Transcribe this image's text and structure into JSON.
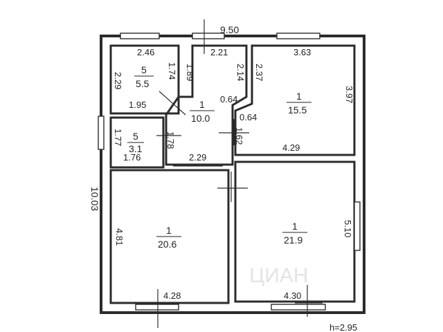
{
  "dimensions": {
    "overall_width": "9.50",
    "overall_height": "10.03",
    "ceiling": "h=2.95",
    "tl_room": {
      "top": "2.46",
      "left": "2.29",
      "right": "1.74",
      "bottom": "1.95"
    },
    "hall": {
      "top": "2.21",
      "left": "1.89",
      "right": "2.14",
      "inner_a": "0.64",
      "inner_b": "0.64",
      "door": "1.62",
      "bottom": "2.29"
    },
    "tr_room": {
      "top": "3.63",
      "left": "2.37",
      "right": "3.97",
      "bottom": "4.29"
    },
    "small_room": {
      "left": "1.77",
      "right": "1.78",
      "bottom": "1.76"
    },
    "bl_room": {
      "left": "4.81",
      "bottom": "4.28"
    },
    "br_room": {
      "right": "5.10",
      "bottom": "4.30"
    }
  },
  "rooms": {
    "tl": {
      "num": "5",
      "area": "5.5"
    },
    "hall": {
      "num": "1",
      "area": "10.0"
    },
    "tr": {
      "num": "1",
      "area": "15.5"
    },
    "small": {
      "num": "5",
      "area": "3.1"
    },
    "bl": {
      "num": "1",
      "area": "20.6"
    },
    "br": {
      "num": "1",
      "area": "21.9"
    }
  },
  "watermark": "ЦИАН"
}
